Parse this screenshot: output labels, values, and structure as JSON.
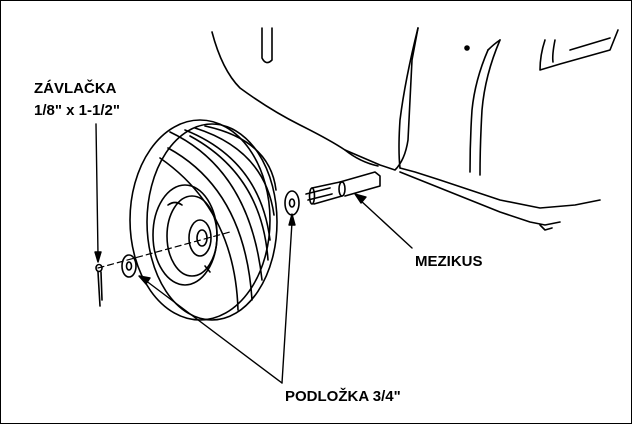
{
  "labels": {
    "cotter_pin_name": "ZÁVLAČKA",
    "cotter_pin_size": "1/8\" x 1-1/2\"",
    "spacer": "MEZIKUS",
    "washer": "PODLOŽKA 3/4\""
  }
}
